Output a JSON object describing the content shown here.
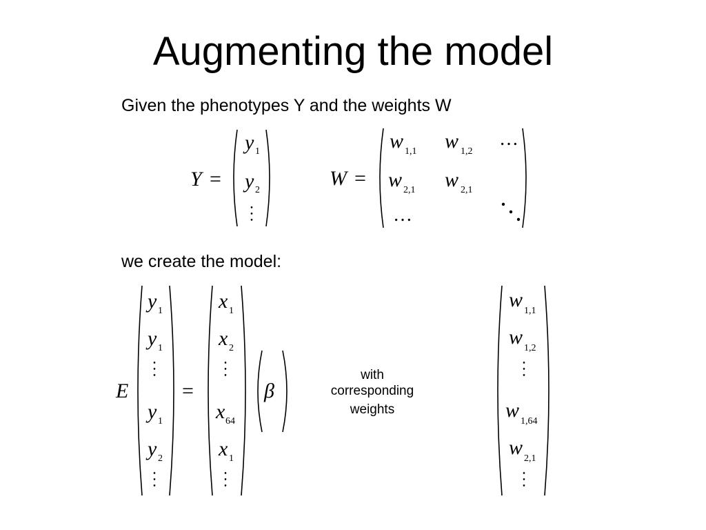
{
  "slide": {
    "title": "Augmenting the model",
    "intro": "Given the phenotypes Y and the weights W",
    "middle": "we create the model:",
    "with_label": {
      "line1": "with",
      "line2": "corresponding",
      "line3": "weights"
    }
  },
  "eq1": {
    "lhs": "Y",
    "eq": "=",
    "entries": [
      {
        "base": "y",
        "sub": "1"
      },
      {
        "base": "y",
        "sub": "2"
      }
    ]
  },
  "eq2": {
    "lhs": "W",
    "eq": "=",
    "entries": [
      {
        "base": "w",
        "sub": "1,1"
      },
      {
        "base": "w",
        "sub": "1,2"
      },
      {
        "base": "w",
        "sub": "2,1"
      },
      {
        "base": "w",
        "sub": "2,1"
      }
    ],
    "hdots": "…"
  },
  "model": {
    "op": "E",
    "eq": "=",
    "beta": "β",
    "y_col": [
      {
        "base": "y",
        "sub": "1"
      },
      {
        "base": "y",
        "sub": "1"
      },
      {
        "base": "y",
        "sub": "1"
      },
      {
        "base": "y",
        "sub": "2"
      }
    ],
    "x_col": [
      {
        "base": "x",
        "sub": "1"
      },
      {
        "base": "x",
        "sub": "2"
      },
      {
        "base": "x",
        "sub": "64"
      },
      {
        "base": "x",
        "sub": "1"
      }
    ],
    "w_col": [
      {
        "base": "w",
        "sub": "1,1"
      },
      {
        "base": "w",
        "sub": "1,2"
      },
      {
        "base": "w",
        "sub": "1,64"
      },
      {
        "base": "w",
        "sub": "2,1"
      }
    ]
  }
}
